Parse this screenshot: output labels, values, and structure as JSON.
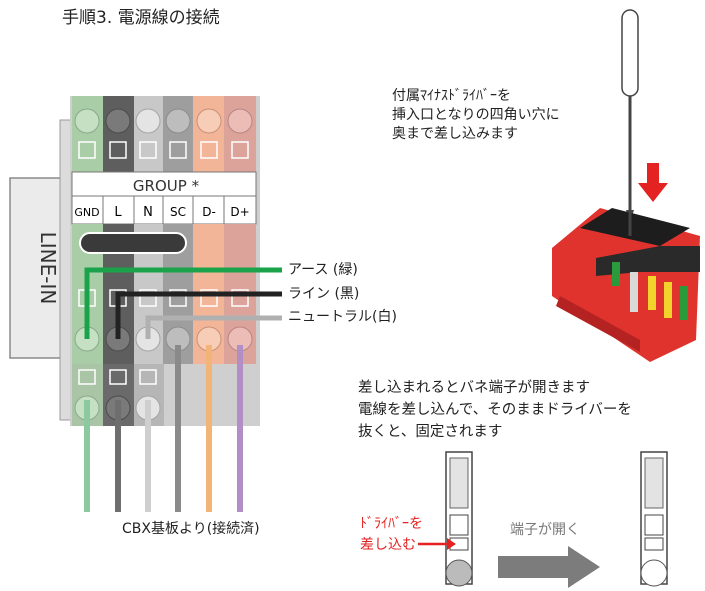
{
  "title": "手順3. 電源線の接続",
  "instruction": {
    "line1": "付属ﾏｲﾅｽﾄﾞﾗｲﾊﾞｰを",
    "line2": "挿入口となりの四角い穴に",
    "line3": "奥まで差し込みます"
  },
  "explanation": {
    "line1": "差し込まれるとバネ端子が開きます",
    "line2": "電線を差し込んで、そのままドライバーを",
    "line3": "抜くと、固定されます"
  },
  "terminal": {
    "side_label": "LINE-IN",
    "group_label": "GROUP *",
    "pins": [
      "GND",
      "L",
      "N",
      "SC",
      "D-",
      "D+"
    ]
  },
  "wires": {
    "earth": "アース (緑)",
    "line": "ライン (黒)",
    "neutral": "ニュートラル(白)",
    "source": "CBX基板より(接続済)"
  },
  "steps": {
    "driver_line1": "ﾄﾞﾗｲﾊﾞｰを",
    "driver_line2": "差し込む",
    "opens": "端子が開く"
  },
  "colors": {
    "earth": "#1aa34a",
    "line": "#222222",
    "neutral": "#b0b0b0",
    "arrow_red": "#e52222",
    "terminal_red": "#e0332e"
  }
}
